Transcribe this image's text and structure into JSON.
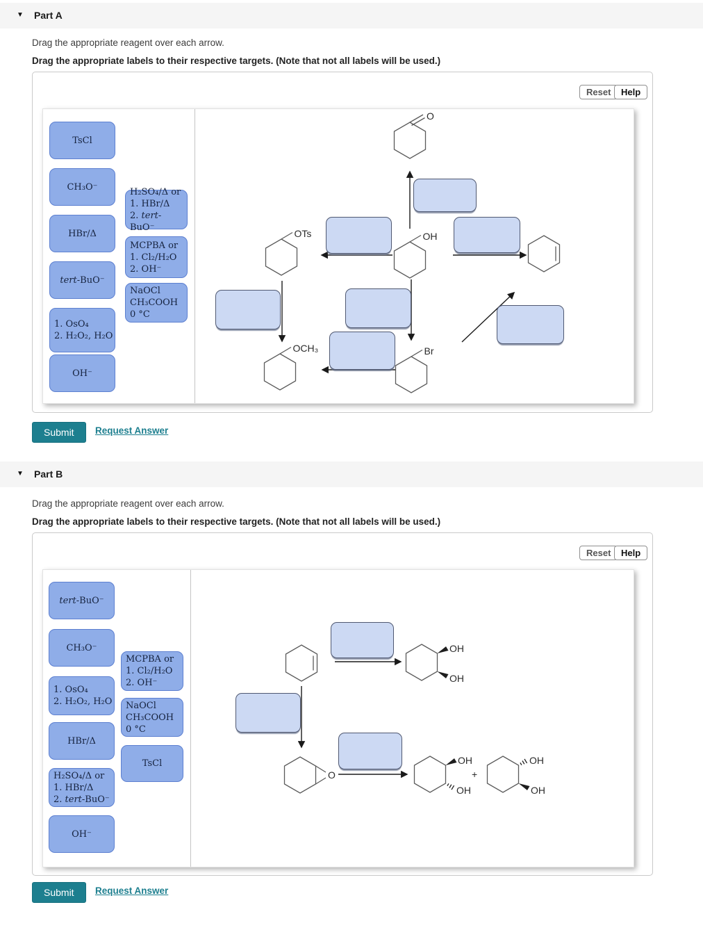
{
  "ui": {
    "collapse_icon": "▼",
    "instr_normal": "Drag the appropriate reagent over each arrow.",
    "instr_bold": "Drag the appropriate labels to their respective targets. (Note that not all labels will be used.)",
    "reset": "Reset",
    "help": "Help",
    "submit": "Submit",
    "request_answer": "Request Answer"
  },
  "colors": {
    "accent_teal": "#1d7f8f",
    "chip_fill": "#8fade8",
    "chip_border": "#5c7fd0",
    "drop_fill": "#ccd9f3",
    "drop_border": "#4f5871",
    "section_bar": "#f5f5f5"
  },
  "part_a": {
    "title": "Part A",
    "palette_col1": [
      {
        "lines": [
          "TsCl"
        ]
      },
      {
        "lines": [
          "CH₃O⁻"
        ]
      },
      {
        "lines": [
          "HBr/Δ"
        ]
      },
      {
        "lines": [
          "tert-BuO⁻"
        ]
      },
      {
        "lines": [
          "1. OsO₄",
          "2. H₂O₂, H₂O"
        ]
      },
      {
        "lines": [
          "OH⁻"
        ]
      }
    ],
    "palette_col2": [
      {
        "lines": [
          "H₂SO₄/Δ or",
          "1. HBr/Δ",
          "2. tert-BuO⁻"
        ]
      },
      {
        "lines": [
          "MCPBA or",
          "1. Cl₂/H₂O",
          "2. OH⁻"
        ]
      },
      {
        "lines": [
          "NaOCl",
          "CH₃COOH",
          "0 °C"
        ]
      }
    ],
    "structures": {
      "ketone_o": "O",
      "ots": "OTs",
      "oh": "OH",
      "och3": "OCH₃",
      "br": "Br"
    }
  },
  "part_b": {
    "title": "Part B",
    "palette_col1": [
      {
        "lines": [
          "tert-BuO⁻"
        ]
      },
      {
        "lines": [
          "CH₃O⁻"
        ]
      },
      {
        "lines": [
          "1. OsO₄",
          "2. H₂O₂, H₂O"
        ]
      },
      {
        "lines": [
          "HBr/Δ"
        ]
      },
      {
        "lines": [
          "H₂SO₄/Δ or",
          "1. HBr/Δ",
          "2. tert-BuO⁻"
        ]
      },
      {
        "lines": [
          "OH⁻"
        ]
      }
    ],
    "palette_col2": [
      {
        "lines": [
          "MCPBA or",
          "1. Cl₂/H₂O",
          "2. OH⁻"
        ]
      },
      {
        "lines": [
          "NaOCl",
          "CH₃COOH",
          "0 °C"
        ]
      },
      {
        "lines": [
          "TsCl"
        ]
      }
    ],
    "structures": {
      "oh": "OH",
      "epoxide_o": "O",
      "plus": "+"
    }
  }
}
